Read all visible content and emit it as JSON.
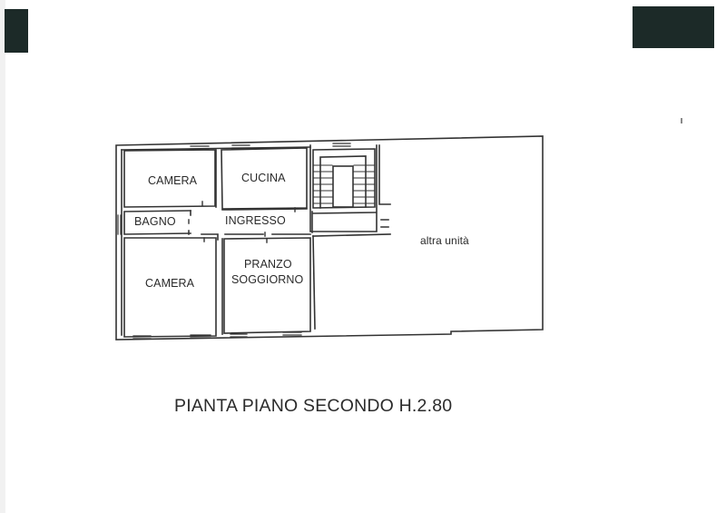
{
  "document": {
    "title": "PIANTA PIANO SECONDO H.2.80",
    "scan_marks_color": "#1c2a28",
    "line_color": "#333333"
  },
  "floor_plan": {
    "rooms": [
      {
        "id": "camera-top",
        "label": "CAMERA"
      },
      {
        "id": "cucina",
        "label": "CUCINA"
      },
      {
        "id": "bagno",
        "label": "BAGNO"
      },
      {
        "id": "ingresso",
        "label": "INGRESSO"
      },
      {
        "id": "camera-bottom",
        "label": "CAMERA"
      },
      {
        "id": "pranzo-soggiorno",
        "label_line1": "PRANZO",
        "label_line2": "SOGGIORNO"
      },
      {
        "id": "altra-unita",
        "label": "altra unità"
      }
    ]
  }
}
